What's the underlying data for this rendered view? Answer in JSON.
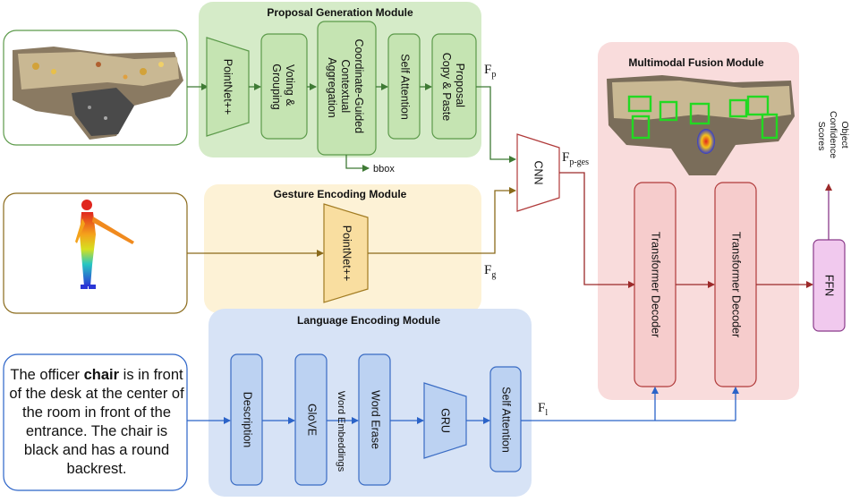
{
  "modules": {
    "proposal": {
      "title": "Proposal Generation Module"
    },
    "gesture": {
      "title": "Gesture Encoding Module"
    },
    "language": {
      "title": "Language Encoding Module"
    },
    "fusion": {
      "title": "Multimodal Fusion Module"
    }
  },
  "blocks": {
    "pointnet_scene": [
      "PointNet++"
    ],
    "voting": [
      "Voting &",
      "Grouping"
    ],
    "cgca": [
      "Coordinate-Guided",
      "Contextual",
      "Aggregation"
    ],
    "self_attention_p": [
      "Self Attention"
    ],
    "proposal_copy": [
      "Proposal",
      "Copy & Paste"
    ],
    "pointnet_gesture": [
      "PointNet++"
    ],
    "description": [
      "Description"
    ],
    "glove": [
      "GloVE"
    ],
    "word_erase": [
      "Word Erase"
    ],
    "gru": [
      "GRU"
    ],
    "self_attention_l": [
      "Self Attention"
    ],
    "cnn": [
      "CNN"
    ],
    "decoder1": [
      "Transformer Decoder"
    ],
    "decoder2": [
      "Transformer Decoder"
    ],
    "ffn": [
      "FFN"
    ]
  },
  "labels": {
    "bbox": "bbox",
    "word_embeddings": "Word Embeddings",
    "scores": [
      "Object",
      "Confidence",
      "Scores"
    ]
  },
  "features": {
    "fp": {
      "main": "F",
      "sub": "p"
    },
    "fpges": {
      "main": "F",
      "sub": "p-ges"
    },
    "fg": {
      "main": "F",
      "sub": "g"
    },
    "fl": {
      "main": "F",
      "sub": "l"
    }
  },
  "description_text": {
    "before": "The officer ",
    "bold": "chair",
    "after": " is in front of the desk at the center of the room in front of the entrance. The chair is black and has a round backrest."
  },
  "colors": {
    "green_fill": "#d5ebc8",
    "green_block": "#c5e4b2",
    "green_stroke": "#5c9a4a",
    "yellow_fill": "#fdf2d6",
    "yellow_block": "#f9dea0",
    "yellow_stroke": "#a27c22",
    "blue_fill": "#d7e3f6",
    "blue_block": "#bcd2f2",
    "blue_stroke": "#3a6cc4",
    "pink_fill": "#f9dcdc",
    "pink_block": "#f6cccc",
    "red_stroke": "#b03a3a",
    "ffn_fill": "#f1c9ee",
    "ffn_stroke": "#8a3a8a",
    "arrow_green": "#3f7a35",
    "arrow_brown": "#8a6a1a",
    "arrow_blue": "#2b63c8",
    "arrow_red": "#9c2a2a"
  }
}
